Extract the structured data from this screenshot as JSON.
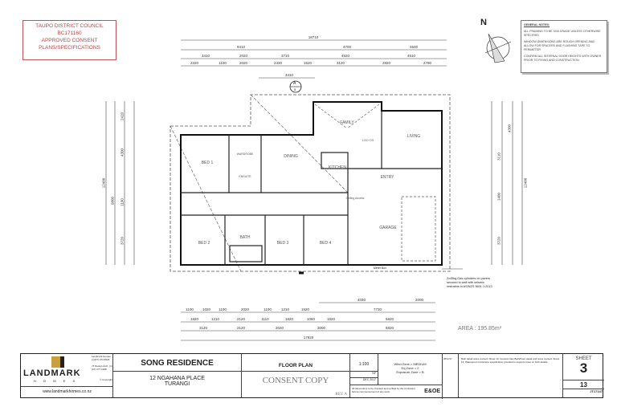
{
  "stamp": {
    "line1": "TAUPO DISTRICT COUNCIL",
    "line2": "BC171160",
    "line3": "APPROVED CONSENT",
    "line4": "PLANS/SPECIFICATIONS",
    "color": "#b44444"
  },
  "notes": {
    "title": "GENERAL NOTES:",
    "items": [
      "ALL FRAMING TO BE SG8 GRADE UNLESS OTHERWISE SPECIFIED",
      "WINDOW DIMENSIONS ARE ROUGH OPENING AND ALLOW FOR SPACERS AND FLASHING TAPE TO PERIMETER",
      "CONFIRM ALL INTERNAL DOOR HEIGHTS WITH OWNER PRIOR TO FIXING AND CONSTRUCTION"
    ]
  },
  "compass": {
    "label": "N"
  },
  "top_dims": {
    "overall": "18710",
    "row2": [
      "9410",
      "4700",
      "4600"
    ],
    "row3": [
      "3410",
      "2020",
      "3710",
      "4520",
      "4510"
    ],
    "row4": [
      "2220",
      "1100",
      "2020",
      "2430",
      "1520",
      "3120",
      "2820",
      "2790"
    ],
    "section": "3410"
  },
  "bottom_dims": {
    "row1": [
      "4030",
      "2000"
    ],
    "row2": [
      "1100",
      "1020",
      "1100",
      "2020",
      "1100",
      "1210",
      "1520",
      "7730"
    ],
    "row3": [
      "1820",
      "1210",
      "2120",
      "1110",
      "1820",
      "1080",
      "1820",
      "5820"
    ],
    "row4": [
      "3120",
      "2120",
      "3020",
      "3000",
      "5820"
    ],
    "overall": "17920"
  },
  "left_dims": [
    "12400",
    "9800",
    "2410",
    "4300",
    "1190",
    "3720"
  ],
  "right_dims": [
    "12400",
    "4300",
    "3110",
    "1400",
    "3720"
  ],
  "rooms": {
    "bed1": "BED 1",
    "bed2": "BED 2",
    "bed3": "BED 3",
    "bed4": "BED 4",
    "dining": "DINING",
    "family": "FAMILY",
    "living": "LIVING",
    "kitchen": "KITCHEN",
    "entry": "ENTRY",
    "garage": "GARAGE",
    "bath": "BATH",
    "wardrobe": "WARDROBE",
    "ensuite": "ENSUITE",
    "ceiling": "Ceiling Access",
    "opening": "1210 C/S"
  },
  "section_marker": {
    "letter": "A",
    "sheet": "5"
  },
  "annotations": {
    "gas": "2x45kg Gas cylinders on pavers secured to wall with seismic restraints to AS/NZS 5601.1:2013",
    "meter": "Meter Box",
    "area": "AREA : 195.85m²"
  },
  "title_block": {
    "company": "LANDMARK",
    "company_sub": "H O M E S",
    "website": "www.landmarkhomes.co.nz",
    "contact1": "Landmark Homes (n)(07) 374 8526",
    "contact2": "JT Design Arch. (n)(07) 377 1998",
    "copyright": "© Copyright",
    "project": "SONG RESIDENCE",
    "address1": "12 NGAHANA PLACE",
    "address2": "TURANGI",
    "drawing": "FLOOR PLAN",
    "consent": "CONSENT COPY",
    "rev": "REV A",
    "scale": "1:100",
    "drawn": "NF",
    "date": "DEC 2017",
    "zones": [
      "Wind Zone = MEDIUM",
      "Eq Zone = 2",
      "Exposure Zone = B"
    ],
    "disclaimer": "All dimensions to be checked and verified by the Contractor before commencement of any work.",
    "eoe": "E&OE",
    "rev_date": "28/11/17",
    "revision": "Both detail notes revised. Sheet 13, Ceramic tiles Bath/Floor detail and notes revised. Sheet 13, Waterproof membrane specification provided to support notes on both details.",
    "sheet_label": "SHEET",
    "sheet": "3",
    "of": "13",
    "job": "JT17147"
  },
  "colors": {
    "stamp": "#b44444",
    "logo_gold": "#c8a040"
  }
}
